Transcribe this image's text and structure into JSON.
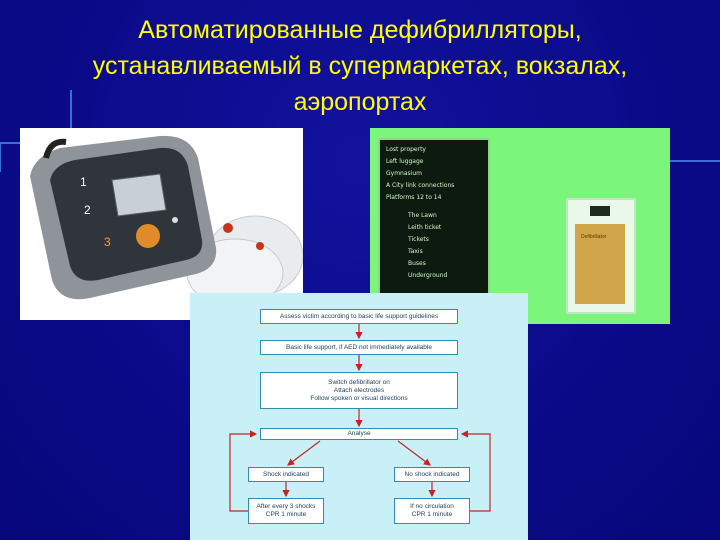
{
  "title": {
    "line1": "Автоматированные дефибрилляторы,",
    "line2": "устанавливаемый в супермаркетах, вокзалах,",
    "line3": "аэропортах"
  },
  "aed_photo": {
    "numbers": [
      "1",
      "2",
      "3"
    ]
  },
  "kiosk_photo": {
    "sign_lines": [
      "Lost property",
      "Left luggage",
      "Gymnasium",
      "A City link connections",
      "Platforms 12 to 14",
      "The Lawn",
      "Leith ticket",
      "Tickets",
      "Taxis",
      "Buses",
      "Underground"
    ],
    "cabinet_label": "Defibrillator"
  },
  "flowchart": {
    "steps": {
      "assess": "Assess victim according to basic life support guidelines",
      "bls": "Basic life support, if AED not immediately available",
      "switch_line1": "Switch defibrillator on",
      "switch_line2": "Attach electrodes",
      "switch_line3": "Follow spoken or visual directions",
      "analyse": "Analyse",
      "shock": "Shock indicated",
      "no_shock": "No shock indicated",
      "after_line1": "After every 3 shocks",
      "after_line2": "CPR 1 minute",
      "if_no_line1": "If no circulation",
      "if_no_line2": "CPR 1 minute"
    }
  },
  "colors": {
    "background": "#0a0a8c",
    "title": "#ffff00",
    "flow_bg": "#c9f0f7",
    "flow_line": "#c42424",
    "kiosk_bg": "#7cf57c"
  }
}
